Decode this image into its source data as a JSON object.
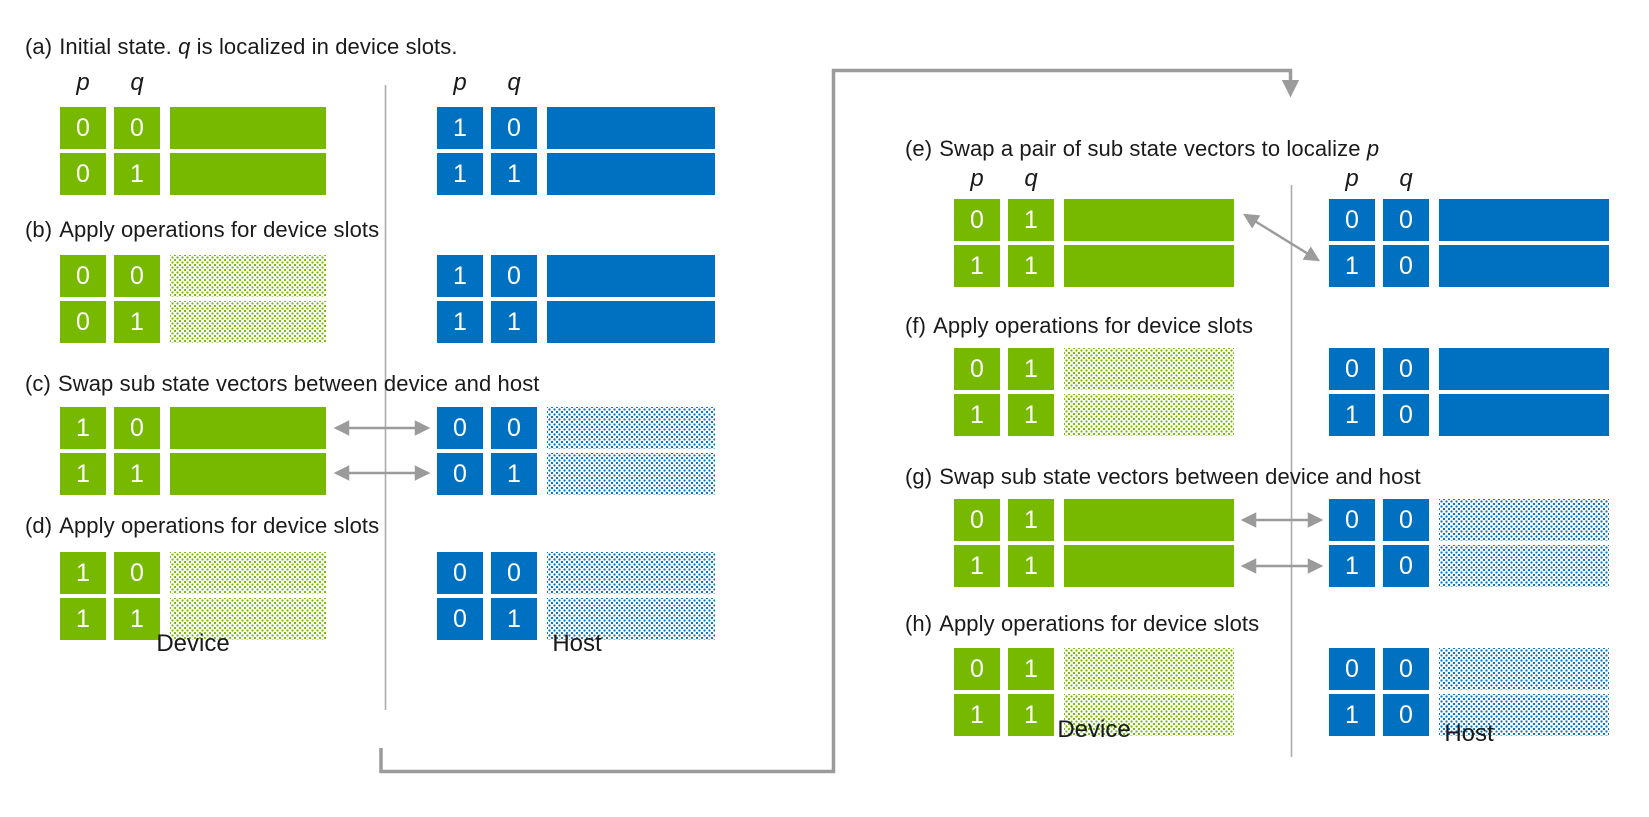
{
  "palette": {
    "device_green": "#76B900",
    "host_blue": "#0070C0",
    "arrow_gray": "#9B9B9B",
    "divider_gray": "#ACACAC"
  },
  "column_headers": {
    "p": "p",
    "q": "q"
  },
  "region_labels": {
    "left_device": "Device",
    "left_host": "Host",
    "right_device": "Device",
    "right_host": "Host"
  },
  "steps": [
    {
      "label": "(a)",
      "title_pre": "Initial state. ",
      "title_var": "q",
      "title_post": " is localized in device slots.",
      "swap": "none",
      "device_rows": [
        {
          "p": "0",
          "q": "0",
          "fill": "solid"
        },
        {
          "p": "0",
          "q": "1",
          "fill": "solid"
        }
      ],
      "host_rows": [
        {
          "p": "1",
          "q": "0",
          "fill": "solid"
        },
        {
          "p": "1",
          "q": "1",
          "fill": "solid"
        }
      ]
    },
    {
      "label": "(b)",
      "title_pre": "Apply operations for device slots",
      "title_var": "",
      "title_post": "",
      "swap": "none",
      "device_rows": [
        {
          "p": "0",
          "q": "0",
          "fill": "hatched"
        },
        {
          "p": "0",
          "q": "1",
          "fill": "hatched"
        }
      ],
      "host_rows": [
        {
          "p": "1",
          "q": "0",
          "fill": "solid"
        },
        {
          "p": "1",
          "q": "1",
          "fill": "solid"
        }
      ]
    },
    {
      "label": "(c)",
      "title_pre": "Swap sub state vectors between device and host",
      "title_var": "",
      "title_post": "",
      "swap": "horizontal-pair",
      "device_rows": [
        {
          "p": "1",
          "q": "0",
          "fill": "solid"
        },
        {
          "p": "1",
          "q": "1",
          "fill": "solid"
        }
      ],
      "host_rows": [
        {
          "p": "0",
          "q": "0",
          "fill": "hatched"
        },
        {
          "p": "0",
          "q": "1",
          "fill": "hatched"
        }
      ]
    },
    {
      "label": "(d)",
      "title_pre": "Apply operations for device slots",
      "title_var": "",
      "title_post": "",
      "swap": "none",
      "device_rows": [
        {
          "p": "1",
          "q": "0",
          "fill": "hatched"
        },
        {
          "p": "1",
          "q": "1",
          "fill": "hatched"
        }
      ],
      "host_rows": [
        {
          "p": "0",
          "q": "0",
          "fill": "hatched"
        },
        {
          "p": "0",
          "q": "1",
          "fill": "hatched"
        }
      ]
    },
    {
      "label": "(e)",
      "title_pre": "Swap a pair of sub state vectors to localize ",
      "title_var": "p",
      "title_post": "",
      "swap": "diagonal-single",
      "device_rows": [
        {
          "p": "0",
          "q": "1",
          "fill": "solid"
        },
        {
          "p": "1",
          "q": "1",
          "fill": "solid"
        }
      ],
      "host_rows": [
        {
          "p": "0",
          "q": "0",
          "fill": "solid"
        },
        {
          "p": "1",
          "q": "0",
          "fill": "solid"
        }
      ]
    },
    {
      "label": "(f)",
      "title_pre": "Apply operations for device slots",
      "title_var": "",
      "title_post": "",
      "swap": "none",
      "device_rows": [
        {
          "p": "0",
          "q": "1",
          "fill": "hatched"
        },
        {
          "p": "1",
          "q": "1",
          "fill": "hatched"
        }
      ],
      "host_rows": [
        {
          "p": "0",
          "q": "0",
          "fill": "solid"
        },
        {
          "p": "1",
          "q": "0",
          "fill": "solid"
        }
      ]
    },
    {
      "label": "(g)",
      "title_pre": "Swap sub state vectors between device and host",
      "title_var": "",
      "title_post": "",
      "swap": "horizontal-pair",
      "device_rows": [
        {
          "p": "0",
          "q": "1",
          "fill": "solid"
        },
        {
          "p": "1",
          "q": "1",
          "fill": "solid"
        }
      ],
      "host_rows": [
        {
          "p": "0",
          "q": "0",
          "fill": "hatched"
        },
        {
          "p": "1",
          "q": "0",
          "fill": "hatched"
        }
      ]
    },
    {
      "label": "(h)",
      "title_pre": "Apply operations for device slots",
      "title_var": "",
      "title_post": "",
      "swap": "none",
      "device_rows": [
        {
          "p": "0",
          "q": "1",
          "fill": "hatched"
        },
        {
          "p": "1",
          "q": "1",
          "fill": "hatched"
        }
      ],
      "host_rows": [
        {
          "p": "0",
          "q": "0",
          "fill": "hatched"
        },
        {
          "p": "1",
          "q": "0",
          "fill": "hatched"
        }
      ]
    }
  ]
}
